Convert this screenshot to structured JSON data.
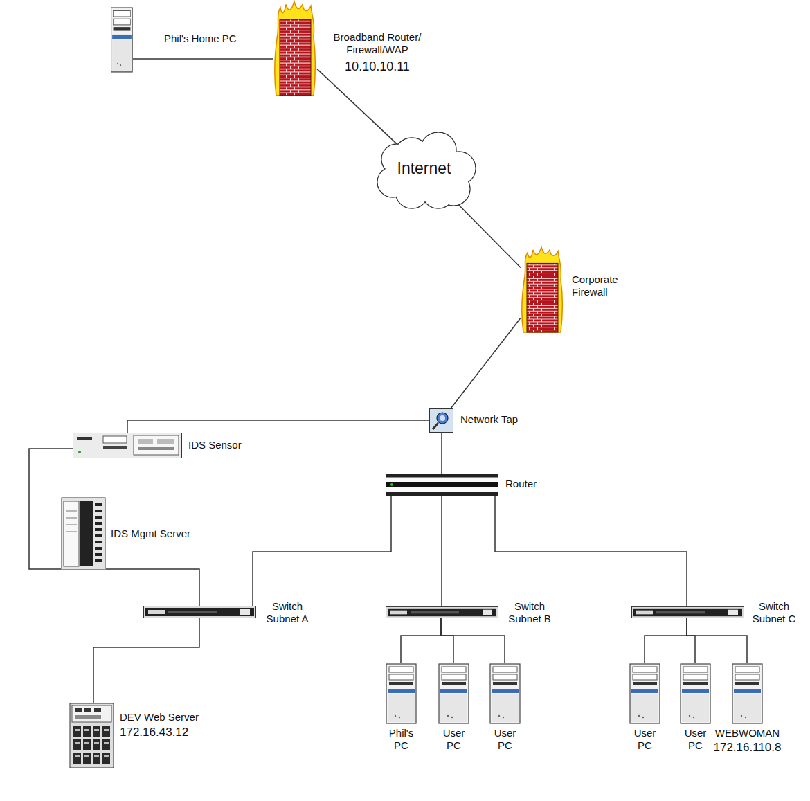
{
  "diagram": {
    "nodes": [
      {
        "text": [
          "Phil's Home PC"
        ]
      },
      {
        "text": [
          "Broadband Router/ Firewall/WAP",
          "10.10.10.11"
        ]
      },
      {
        "text": [
          "Internet"
        ]
      },
      {
        "text": [
          "Corporate Firewall"
        ]
      },
      {
        "text": [
          "Network Tap"
        ]
      },
      {
        "text": [
          "IDS Sensor"
        ]
      },
      {
        "text": [
          "Router"
        ]
      },
      {
        "text": [
          "IDS Mgmt Server"
        ]
      },
      {
        "text": [
          "Switch Subnet A"
        ]
      },
      {
        "text": [
          "Switch Subnet B"
        ]
      },
      {
        "text": [
          "Switch Subnet C"
        ]
      },
      {
        "text": [
          "DEV Web Server",
          "172.16.43.12"
        ]
      },
      {
        "text": [
          "Phil's PC"
        ]
      },
      {
        "text": [
          "User PC"
        ]
      },
      {
        "text": [
          "User PC"
        ]
      },
      {
        "text": [
          "User PC"
        ]
      },
      {
        "text": [
          "User PC"
        ]
      },
      {
        "text": [
          "WEBWOMAN",
          "172.16.110.8"
        ]
      }
    ],
    "edges": [
      {
        "from": 0,
        "to": 1,
        "arrow": "none"
      },
      {
        "from": 1,
        "to": 2,
        "arrow": "none"
      },
      {
        "from": 2,
        "to": 3,
        "arrow": "none"
      },
      {
        "from": 3,
        "to": 4,
        "arrow": "none"
      },
      {
        "from": 4,
        "to": 5,
        "arrow": "none"
      },
      {
        "from": 4,
        "to": 6,
        "arrow": "none"
      },
      {
        "from": 5,
        "to": 7,
        "arrow": "none"
      },
      {
        "from": 6,
        "to": 8,
        "arrow": "none"
      },
      {
        "from": 6,
        "to": 9,
        "arrow": "none"
      },
      {
        "from": 6,
        "to": 10,
        "arrow": "none"
      },
      {
        "from": 7,
        "to": 8,
        "arrow": "none"
      },
      {
        "from": 8,
        "to": 11,
        "arrow": "none"
      },
      {
        "from": 9,
        "to": 12,
        "arrow": "none"
      },
      {
        "from": 9,
        "to": 13,
        "arrow": "none"
      },
      {
        "from": 9,
        "to": 14,
        "arrow": "none"
      },
      {
        "from": 10,
        "to": 15,
        "arrow": "none"
      },
      {
        "from": 10,
        "to": 16,
        "arrow": "none"
      },
      {
        "from": 10,
        "to": 17,
        "arrow": "none"
      }
    ]
  }
}
